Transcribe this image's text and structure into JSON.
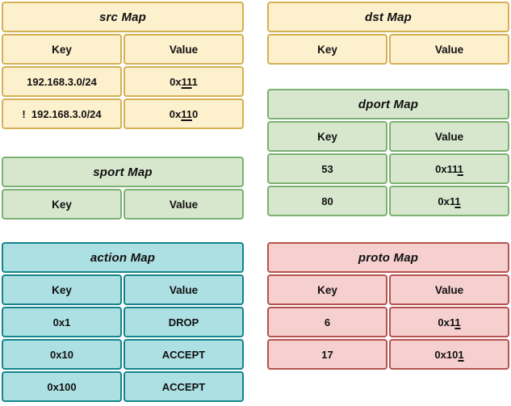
{
  "maps": [
    {
      "id": "src-map",
      "title": "src Map",
      "theme": "yellow",
      "columns": [
        "Key",
        "Value"
      ],
      "rows": [
        {
          "key": "192.168.3.0/24",
          "value": "0x111",
          "value_prefix": "0x",
          "value_underlined": "11",
          "value_suffix": "1"
        },
        {
          "key": "!  192.168.3.0/24",
          "value": "0x110",
          "value_prefix": "0x",
          "value_underlined": "11",
          "value_suffix": "0"
        }
      ]
    },
    {
      "id": "dst-map",
      "title": "dst Map",
      "theme": "yellow",
      "columns": [
        "Key",
        "Value"
      ],
      "rows": []
    },
    {
      "id": "sport-map",
      "title": "sport Map",
      "theme": "green",
      "columns": [
        "Key",
        "Value"
      ],
      "rows": []
    },
    {
      "id": "dport-map",
      "title": "dport Map",
      "theme": "green",
      "columns": [
        "Key",
        "Value"
      ],
      "rows": [
        {
          "key": "53",
          "value": "0x111",
          "value_prefix": "0x11",
          "value_underlined": "1",
          "value_suffix": ""
        },
        {
          "key": "80",
          "value": "0x11",
          "value_prefix": "0x1",
          "value_underlined": "1",
          "value_suffix": ""
        }
      ]
    },
    {
      "id": "action-map",
      "title": "action Map",
      "theme": "teal",
      "columns": [
        "Key",
        "Value"
      ],
      "rows": [
        {
          "key": "0x1",
          "value": "DROP",
          "value_prefix": "DROP",
          "value_underlined": "",
          "value_suffix": ""
        },
        {
          "key": "0x10",
          "value": "ACCEPT",
          "value_prefix": "ACCEPT",
          "value_underlined": "",
          "value_suffix": ""
        },
        {
          "key": "0x100",
          "value": "ACCEPT",
          "value_prefix": "ACCEPT",
          "value_underlined": "",
          "value_suffix": ""
        }
      ]
    },
    {
      "id": "proto-map",
      "title": "proto Map",
      "theme": "red",
      "columns": [
        "Key",
        "Value"
      ],
      "rows": [
        {
          "key": "6",
          "value": "0x11",
          "value_prefix": "0x1",
          "value_underlined": "1",
          "value_suffix": ""
        },
        {
          "key": "17",
          "value": "0x101",
          "value_prefix": "0x10",
          "value_underlined": "1",
          "value_suffix": ""
        }
      ]
    }
  ],
  "colors": {
    "yellow_fill": "#fdf0cd",
    "yellow_border": "#d5b054",
    "green_fill": "#d6e7cd",
    "green_border": "#7cb173",
    "teal_fill": "#ace0e2",
    "teal_border": "#15848c",
    "red_fill": "#f6cfcf",
    "red_border": "#b5524e",
    "text": "#111111",
    "background": "#ffffff"
  }
}
